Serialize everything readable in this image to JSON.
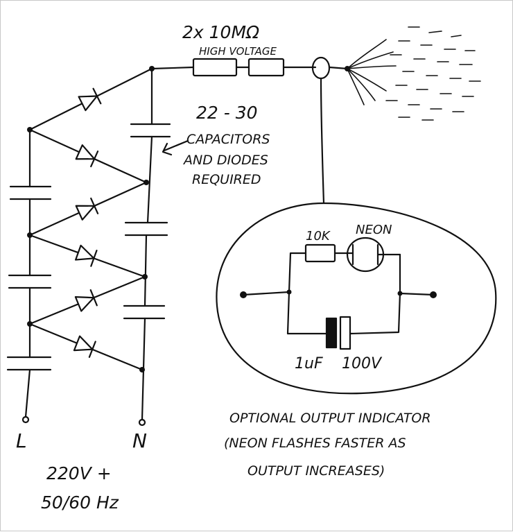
{
  "labels": {
    "resistors_value": "2x 10MΩ",
    "resistors_type": "HIGH VOLTAGE",
    "count_range": "22 - 30",
    "note_line1": "CAPACITORS",
    "note_line2": "AND DIODES",
    "note_line3": "REQUIRED",
    "resistor_10k": "10K",
    "neon": "NEON",
    "capacitor_value": "1uF",
    "capacitor_voltage": "100V",
    "indicator_line1": "OPTIONAL OUTPUT INDICATOR",
    "indicator_line2": "(NEON FLASHES FASTER AS",
    "indicator_line3": "OUTPUT INCREASES)",
    "terminal_l": "L",
    "terminal_n": "N",
    "supply_voltage": "220V +",
    "supply_frequency": "50/60 Hz"
  }
}
